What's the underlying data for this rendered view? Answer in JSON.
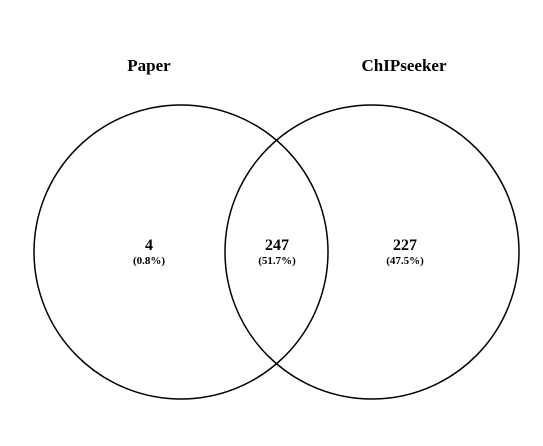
{
  "venn": {
    "sets": [
      {
        "name": "Paper"
      },
      {
        "name": "ChIPseeker"
      }
    ],
    "regions": {
      "left_only": {
        "count": "4",
        "percent": "(0.8%)"
      },
      "overlap": {
        "count": "247",
        "percent": "(51.7%)"
      },
      "right_only": {
        "count": "227",
        "percent": "(47.5%)"
      }
    },
    "colors": {
      "outline": "#000000",
      "background": "#ffffff"
    }
  }
}
